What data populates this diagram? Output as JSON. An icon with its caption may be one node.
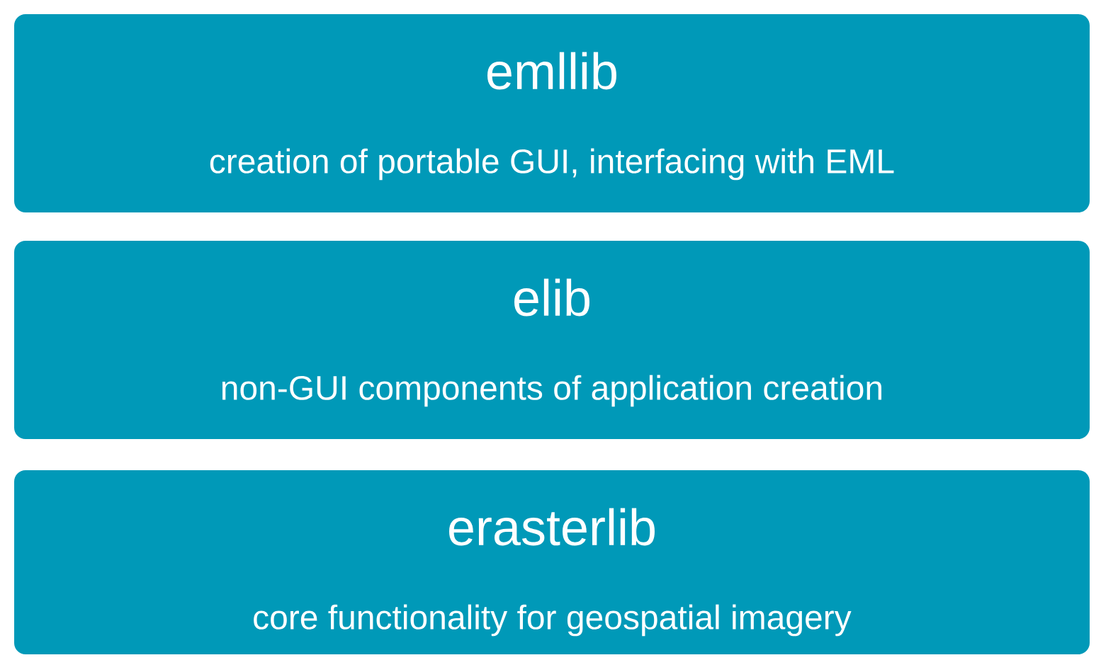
{
  "diagram": {
    "nodes": [
      {
        "text": [
          "emllib",
          "creation of portable GUI, interfacing with EML"
        ]
      },
      {
        "text": [
          "elib",
          "non-GUI components of application creation"
        ]
      },
      {
        "text": [
          "erasterlib",
          "core functionality for geospatial imagery"
        ]
      }
    ]
  }
}
